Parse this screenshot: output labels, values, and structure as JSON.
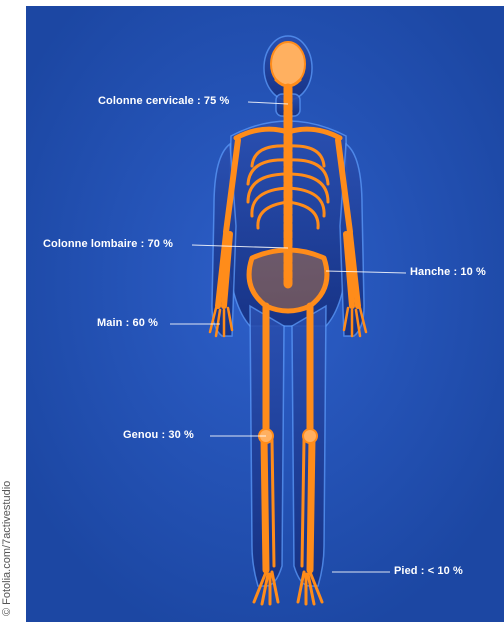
{
  "credit": "© Fotolia.com/7activestudio",
  "colors": {
    "background": "#1c47a3",
    "bone": "#ff8c1a",
    "body_glow": "#3b6fd6",
    "label_text": "#ffffff"
  },
  "labels": {
    "cervical": "Colonne cervicale : 75 %",
    "lumbar": "Colonne lombaire : 70 %",
    "hip": "Hanche : 10 %",
    "hand": "Main : 60 %",
    "knee": "Genou : 30 %",
    "foot": "Pied : < 10 %"
  }
}
